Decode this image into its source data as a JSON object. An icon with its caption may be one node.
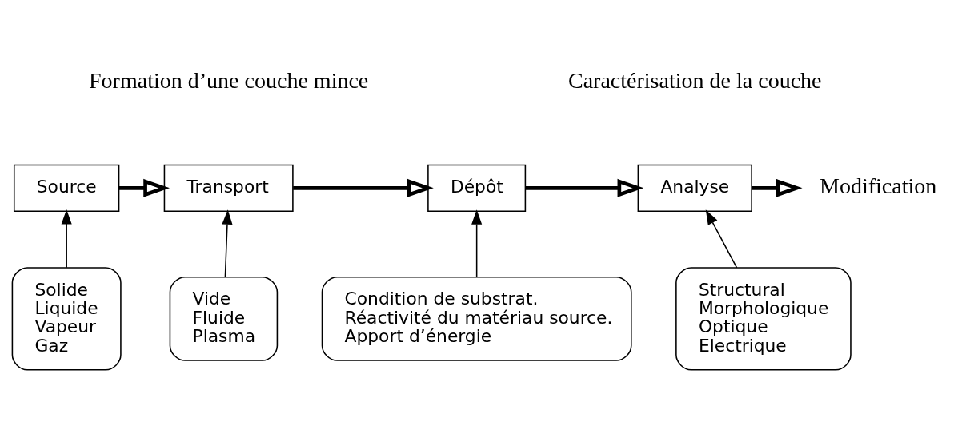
{
  "diagram": {
    "nodes": [
      {
        "text": [
          "Source"
        ]
      },
      {
        "text": [
          "Transport"
        ]
      },
      {
        "text": [
          "Dépôt"
        ]
      },
      {
        "text": [
          "Analyse"
        ]
      },
      {
        "text": [
          "Modification"
        ]
      },
      {
        "text": [
          "Solide",
          "Liquide",
          "Vapeur",
          "Gaz"
        ]
      },
      {
        "text": [
          "Vide",
          "Fluide",
          "Plasma"
        ]
      },
      {
        "text": [
          "Condition de substrat.",
          "Réactivité du matériau source.",
          "Apport d’énergie"
        ]
      },
      {
        "text": [
          "Structural",
          "Morphologique",
          "Optique",
          "Electrique"
        ]
      }
    ],
    "edges": [
      {
        "from": 0,
        "to": 1,
        "arrow": "to",
        "style": "thick"
      },
      {
        "from": 1,
        "to": 2,
        "arrow": "to",
        "style": "thick"
      },
      {
        "from": 2,
        "to": 3,
        "arrow": "to",
        "style": "thick"
      },
      {
        "from": 3,
        "to": 4,
        "arrow": "to",
        "style": "thick"
      },
      {
        "from": 5,
        "to": 0,
        "arrow": "to"
      },
      {
        "from": 6,
        "to": 1,
        "arrow": "to"
      },
      {
        "from": 7,
        "to": 2,
        "arrow": "to"
      },
      {
        "from": 8,
        "to": 3,
        "arrow": "to"
      }
    ],
    "labels": [
      "Formation d’une couche mince",
      "Caractérisation de la couche"
    ]
  }
}
